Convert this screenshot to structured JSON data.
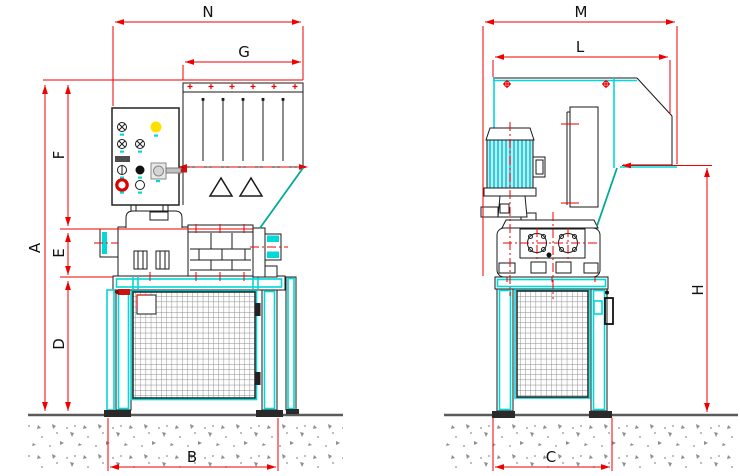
{
  "drawing_title": "crusher-machine-dimensioned-elevations",
  "dims": {
    "N": "N",
    "G": "G",
    "A": "A",
    "F": "F",
    "E": "E",
    "D": "D",
    "B": "B",
    "M": "M",
    "L": "L",
    "H": "H",
    "C": "C"
  },
  "colors": {
    "dimension_line": "#ee0000",
    "frame_cyan": "#00d9d9",
    "slant_teal": "#00ab97",
    "pilot_lamp_yellow": "#ffdf00",
    "emergency_stop_red": "#dd0000",
    "ground_gray": "#5a5a5a",
    "mesh_gray": "#8a8a8a"
  },
  "control_panel_icons": [
    "indicator-cross-button",
    "pilot-lamp",
    "indicator-cross-button",
    "indicator-cross-button",
    "nameplate",
    "selector-dial",
    "black-pushbutton",
    "emergency-stop-button",
    "white-pushbutton",
    "key-switch"
  ],
  "hopper_icons": [
    "warning-triangle",
    "warning-triangle"
  ]
}
